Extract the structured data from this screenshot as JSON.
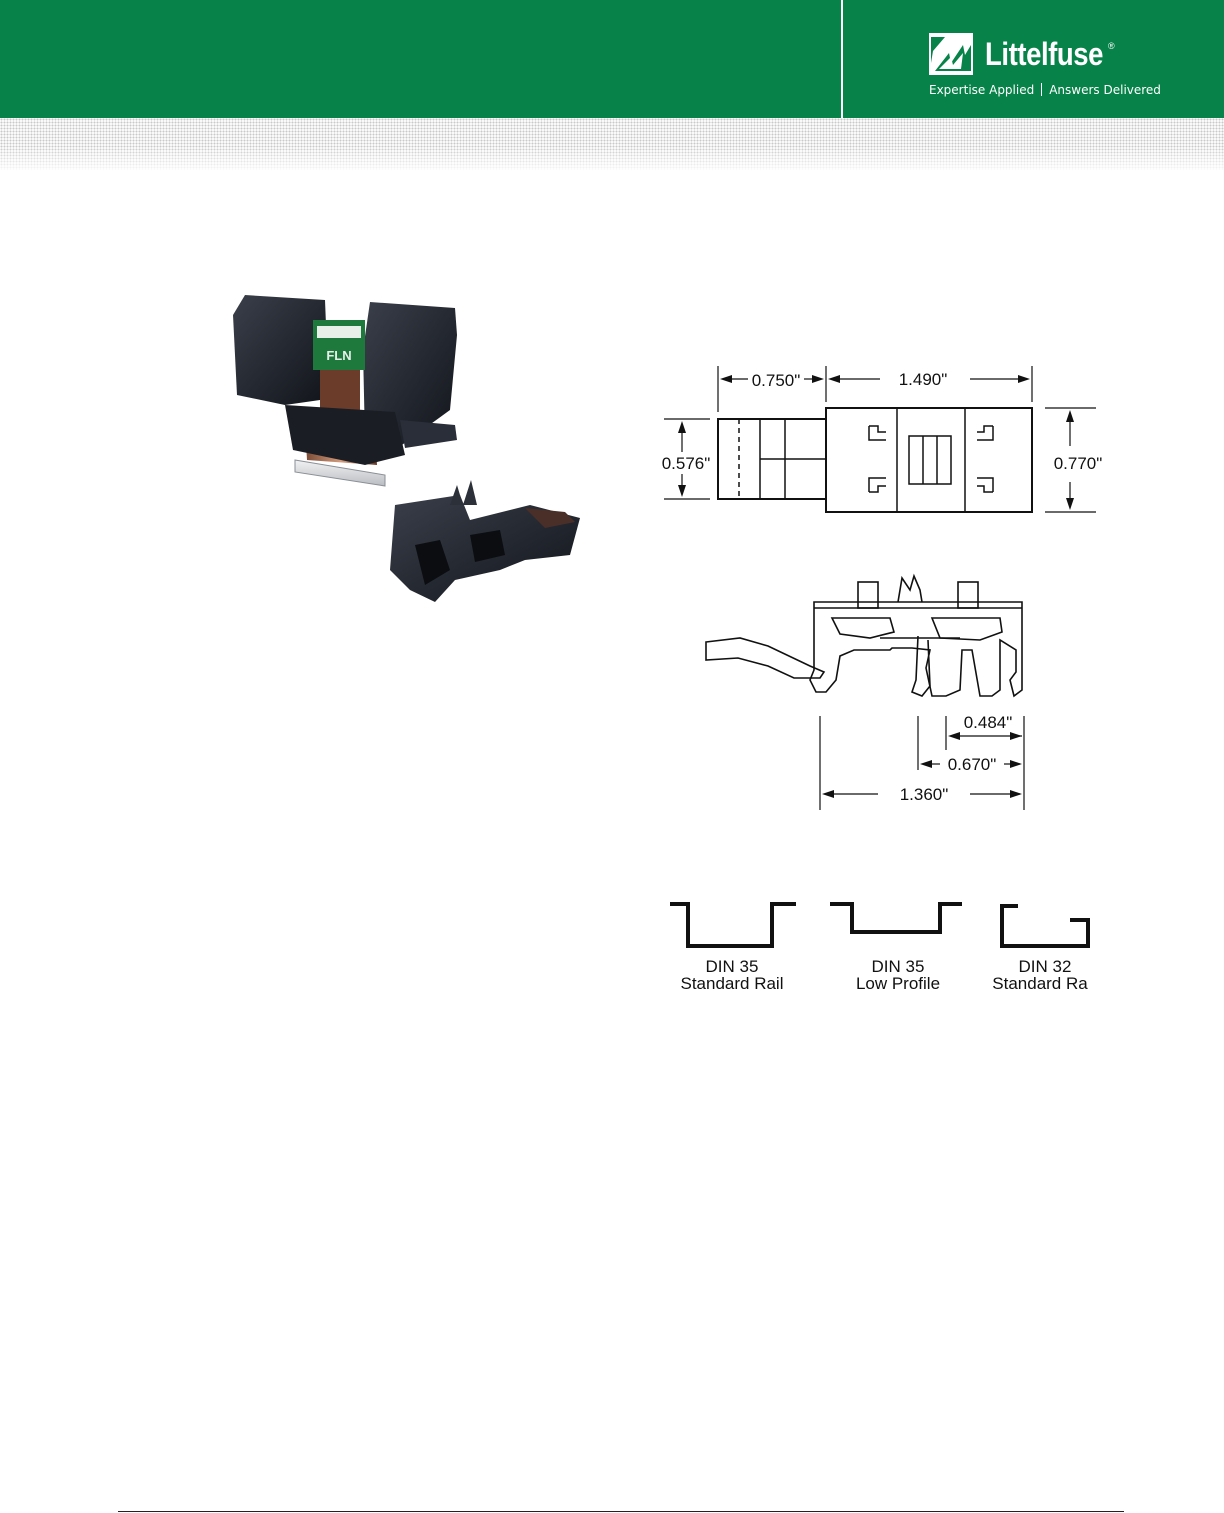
{
  "header": {
    "brand": "Littelfuse",
    "registered": "®",
    "tagline_left": "Expertise Applied",
    "tagline_right": "Answers Delivered",
    "background_color": "#078349"
  },
  "product_photo": {
    "fuse_label": "FLN"
  },
  "dimensions": {
    "top_view": {
      "width_left": "0.750\"",
      "width_main": "1.490\"",
      "height_left": "0.576\"",
      "height_main": "0.770\""
    },
    "side_view": {
      "dim_a": "0.484\"",
      "dim_b": "0.670\"",
      "dim_c": "1.360\""
    }
  },
  "rails": [
    {
      "line1": "DIN 35",
      "line2": "Standard Rail"
    },
    {
      "line1": "DIN 35",
      "line2": "Low Profile"
    },
    {
      "line1": "DIN 32",
      "line2": "Standard Ra"
    }
  ]
}
